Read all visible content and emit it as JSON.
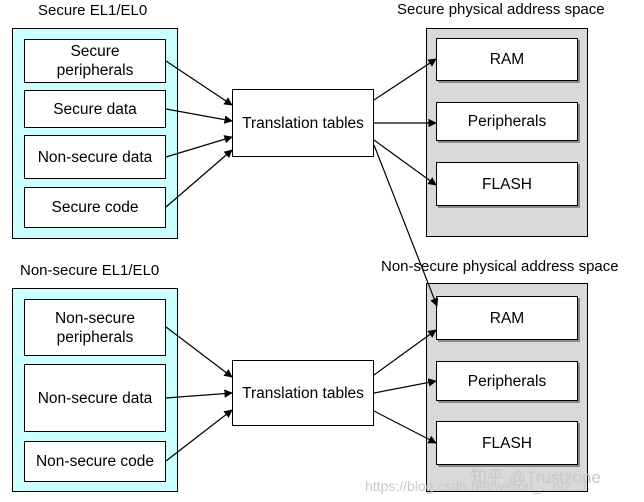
{
  "secure_world": {
    "title": "Secure EL1/EL0",
    "items": [
      "Secure\nperipherals",
      "Secure data",
      "Non-secure data",
      "Secure code"
    ]
  },
  "nonsecure_world": {
    "title": "Non-secure EL1/EL0",
    "items": [
      "Non-secure\nperipherals",
      "Non-secure data",
      "Non-secure code"
    ]
  },
  "translation_tables": {
    "secure": "Translation tables",
    "nonsecure": "Translation tables"
  },
  "secure_pas": {
    "title": "Secure physical address space",
    "items": [
      "RAM",
      "Peripherals",
      "FLASH"
    ]
  },
  "nonsecure_pas": {
    "title": "Non-secure physical address space",
    "items": [
      "RAM",
      "Peripherals",
      "FLASH"
    ]
  },
  "watermark": {
    "zhihu": "知乎 @Trustzone",
    "url": "https://blog.csdn.net/weixin_...ntz.../"
  },
  "colors": {
    "world_panel": "#ccffff",
    "pas_panel": "#d9d9d9",
    "arrow": "#000000"
  }
}
